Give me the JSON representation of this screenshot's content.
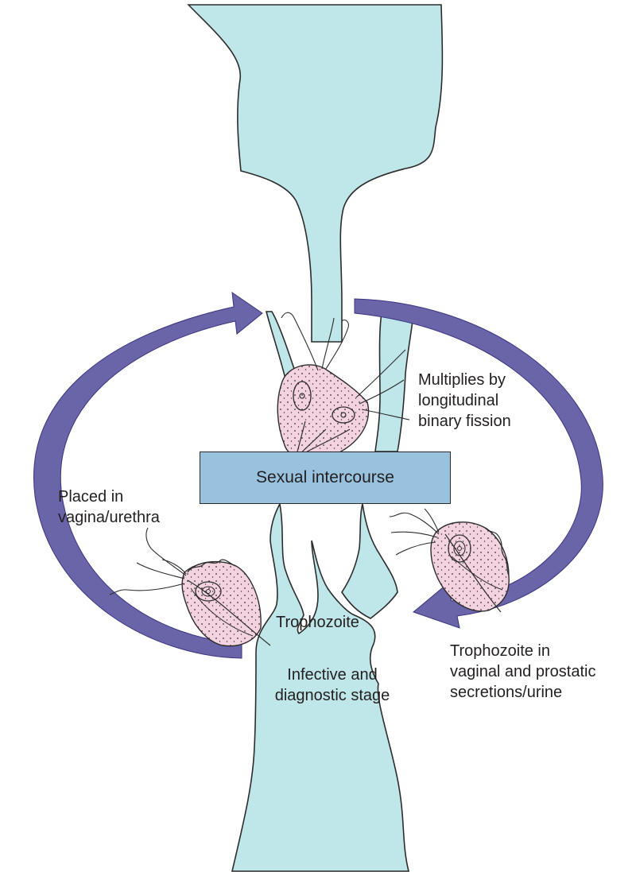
{
  "colors": {
    "tract_fill": "#bfe6e8",
    "arrow_fill": "#6a64a8",
    "organism_fill": "#f3d3df",
    "box_fill": "#99c2de",
    "outline": "#2c2c2c"
  },
  "labels": {
    "multiplies": [
      "Multiplies by",
      "longitudinal",
      "binary fission"
    ],
    "intercourse": "Sexual intercourse",
    "placed": [
      "Placed in",
      "vagina/urethra"
    ],
    "trophozoite": "Trophozoite",
    "infective": [
      "Infective and",
      "diagnostic stage"
    ],
    "secretions": [
      "Trophozoite in",
      "vaginal and prostatic",
      "secretions/urine"
    ]
  }
}
